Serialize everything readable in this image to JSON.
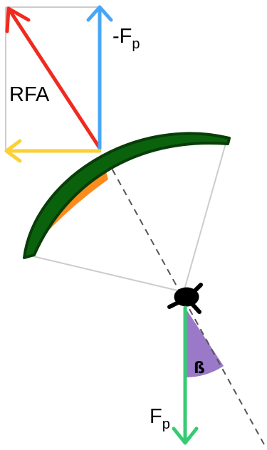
{
  "labels": {
    "resultant": "RFA",
    "neg_force_main": "-F",
    "neg_force_sub": "p",
    "force_main": "F",
    "force_sub": "p",
    "angle": "ß"
  },
  "colors": {
    "resultant_arrow": "#f02a1e",
    "vertical_arrow": "#4aa6f4",
    "horizontal_arrow": "#fcd036",
    "weight_arrow": "#36cb72",
    "wing": "#0b620d",
    "wing_underside": "#fb8c1b",
    "angle_sector": "#9a79c8",
    "construction_lines": "#cccccc",
    "pilot": "#000000"
  }
}
